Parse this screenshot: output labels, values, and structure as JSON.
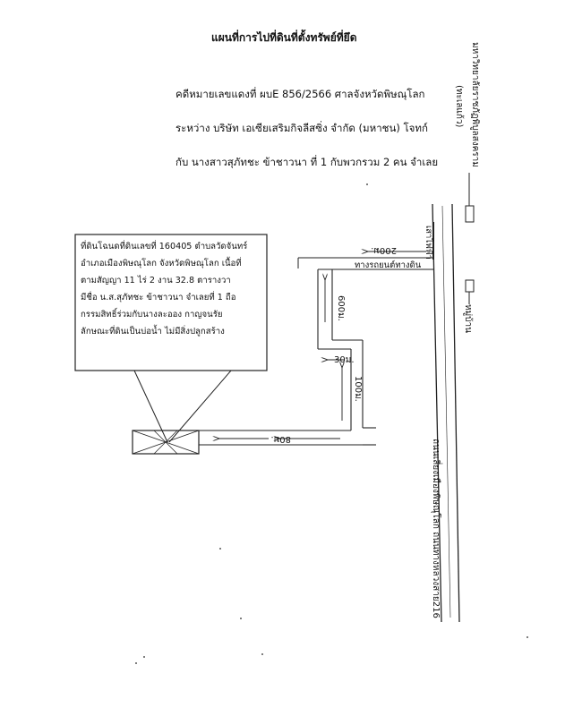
{
  "header": {
    "title": "แผนที่การไปที่ดินที่ตั้งทรัพย์ที่ยึด",
    "case_line": "คดีหมายเลขแดงที่ ผบE 856/2566 ศาลจังหวัดพิษณุโลก",
    "between_line": "ระหว่าง  บริษัท เอเซียเสริมกิจลีสซิ่ง จำกัด (มหาชน) โจทก์",
    "with_line": "กับ นางสาวสุภัทชะ ข้าชาวนา ที่ 1 กับพวกรวม 2 คน  จำเลย"
  },
  "callout": {
    "lines": [
      "ที่ดินโฉนดที่ดินเลขที่ 160405 ตำบลวัดจันทร์",
      "อำเภอเมืองพิษณุโลก จังหวัดพิษณุโลก เนื้อที่",
      "ตามสัญญา 11 ไร่ 2 งาน 32.8 ตารางวา",
      "มีชื่อ น.ส.สุภัทชะ ข้าชาวนา จำเลยที่ 1 ถือ",
      "กรรมสิทธิ์ร่วมกับนางละออง กาญจนรัย",
      "ลักษณะที่ดินเป็นบ่อน้ำ ไม่มีสิ่งปลูกสร้าง"
    ]
  },
  "map": {
    "distance_200": "200ม.",
    "distance_600": "600ม.",
    "distance_30": "30ม.",
    "distance_100": "100ม.",
    "distance_80": "80ม.",
    "dirt_road_label": "ทางรถยนต์ทางดิน",
    "pole_label": "เสาไฟฟ้า",
    "village_label": "หมู่บ้าน",
    "university_label": "มหาวิทยาลัยราชภัฏพิบูลสงคราม",
    "university_sub": "(ทะเลแก้ว)",
    "main_road_label": "ถนนเลี่ยงเมืองพิษณุโลก ถนนทางหลวงสาย216"
  }
}
